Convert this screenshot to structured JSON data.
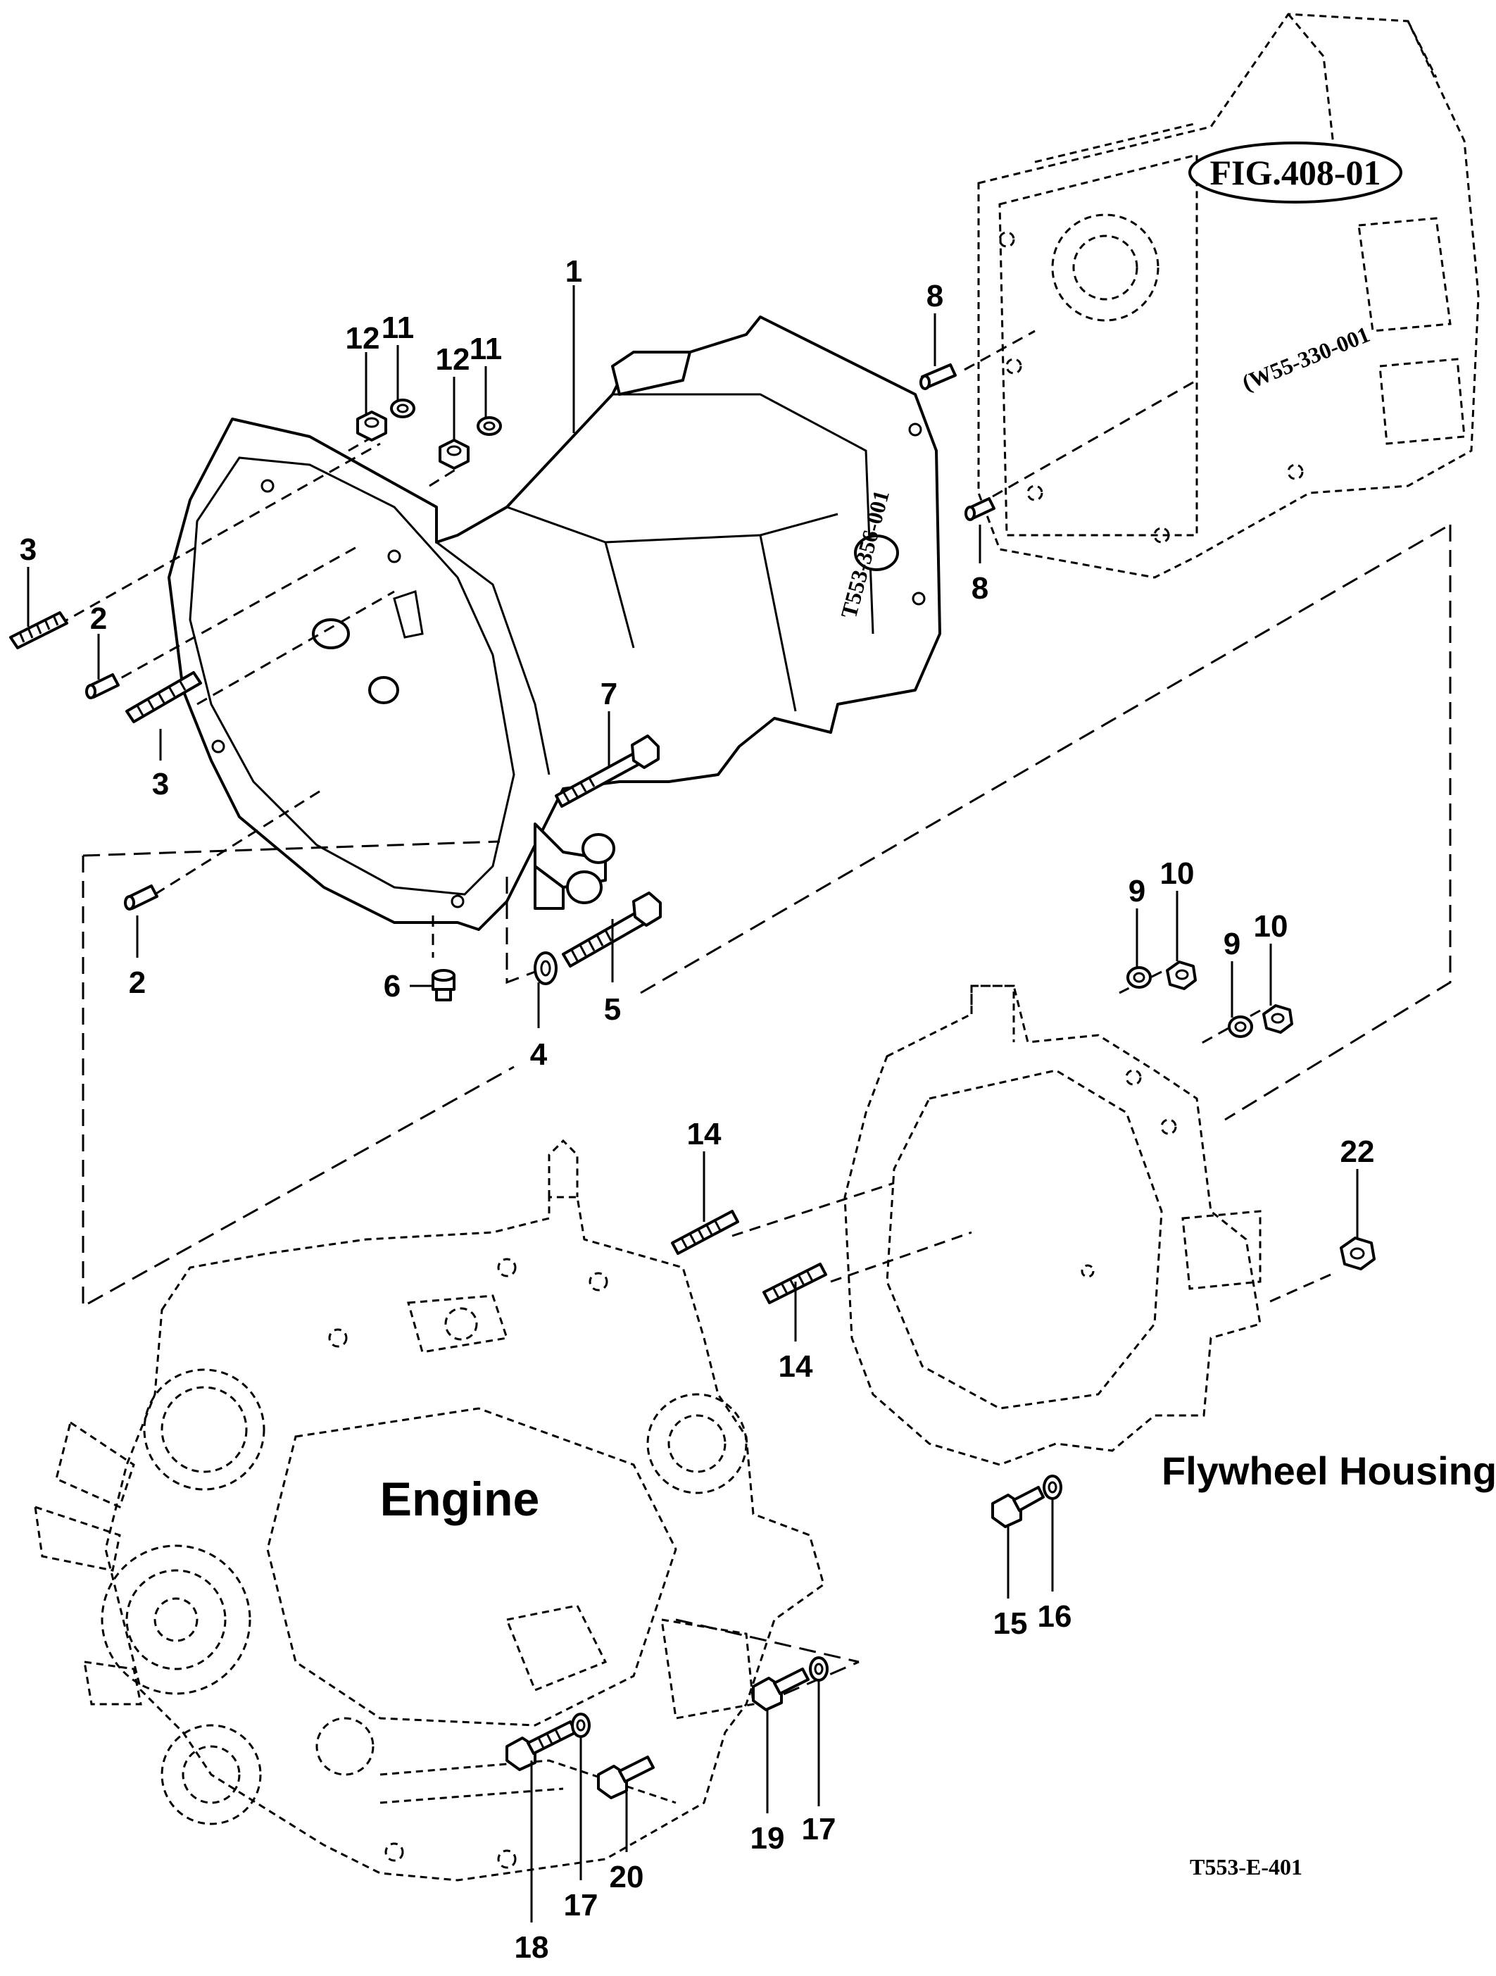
{
  "figure_reference": "FIG.408-01",
  "drawing_code": "T553-E-401",
  "assemblies": {
    "engine": "Engine",
    "flywheel_housing": "Flywheel Housing"
  },
  "callouts": {
    "c1": "1",
    "c2a": "2",
    "c2b": "2",
    "c3a": "3",
    "c3b": "3",
    "c4": "4",
    "c5": "5",
    "c6": "6",
    "c7": "7",
    "c8a": "8",
    "c8b": "8",
    "c9a": "9",
    "c9b": "9",
    "c10a": "10",
    "c10b": "10",
    "c11a": "11",
    "c11b": "11",
    "c12a": "12",
    "c12b": "12",
    "c14a": "14",
    "c14b": "14",
    "c15": "15",
    "c16": "16",
    "c17a": "17",
    "c17b": "17",
    "c18": "18",
    "c19": "19",
    "c20": "20",
    "c22": "22"
  }
}
